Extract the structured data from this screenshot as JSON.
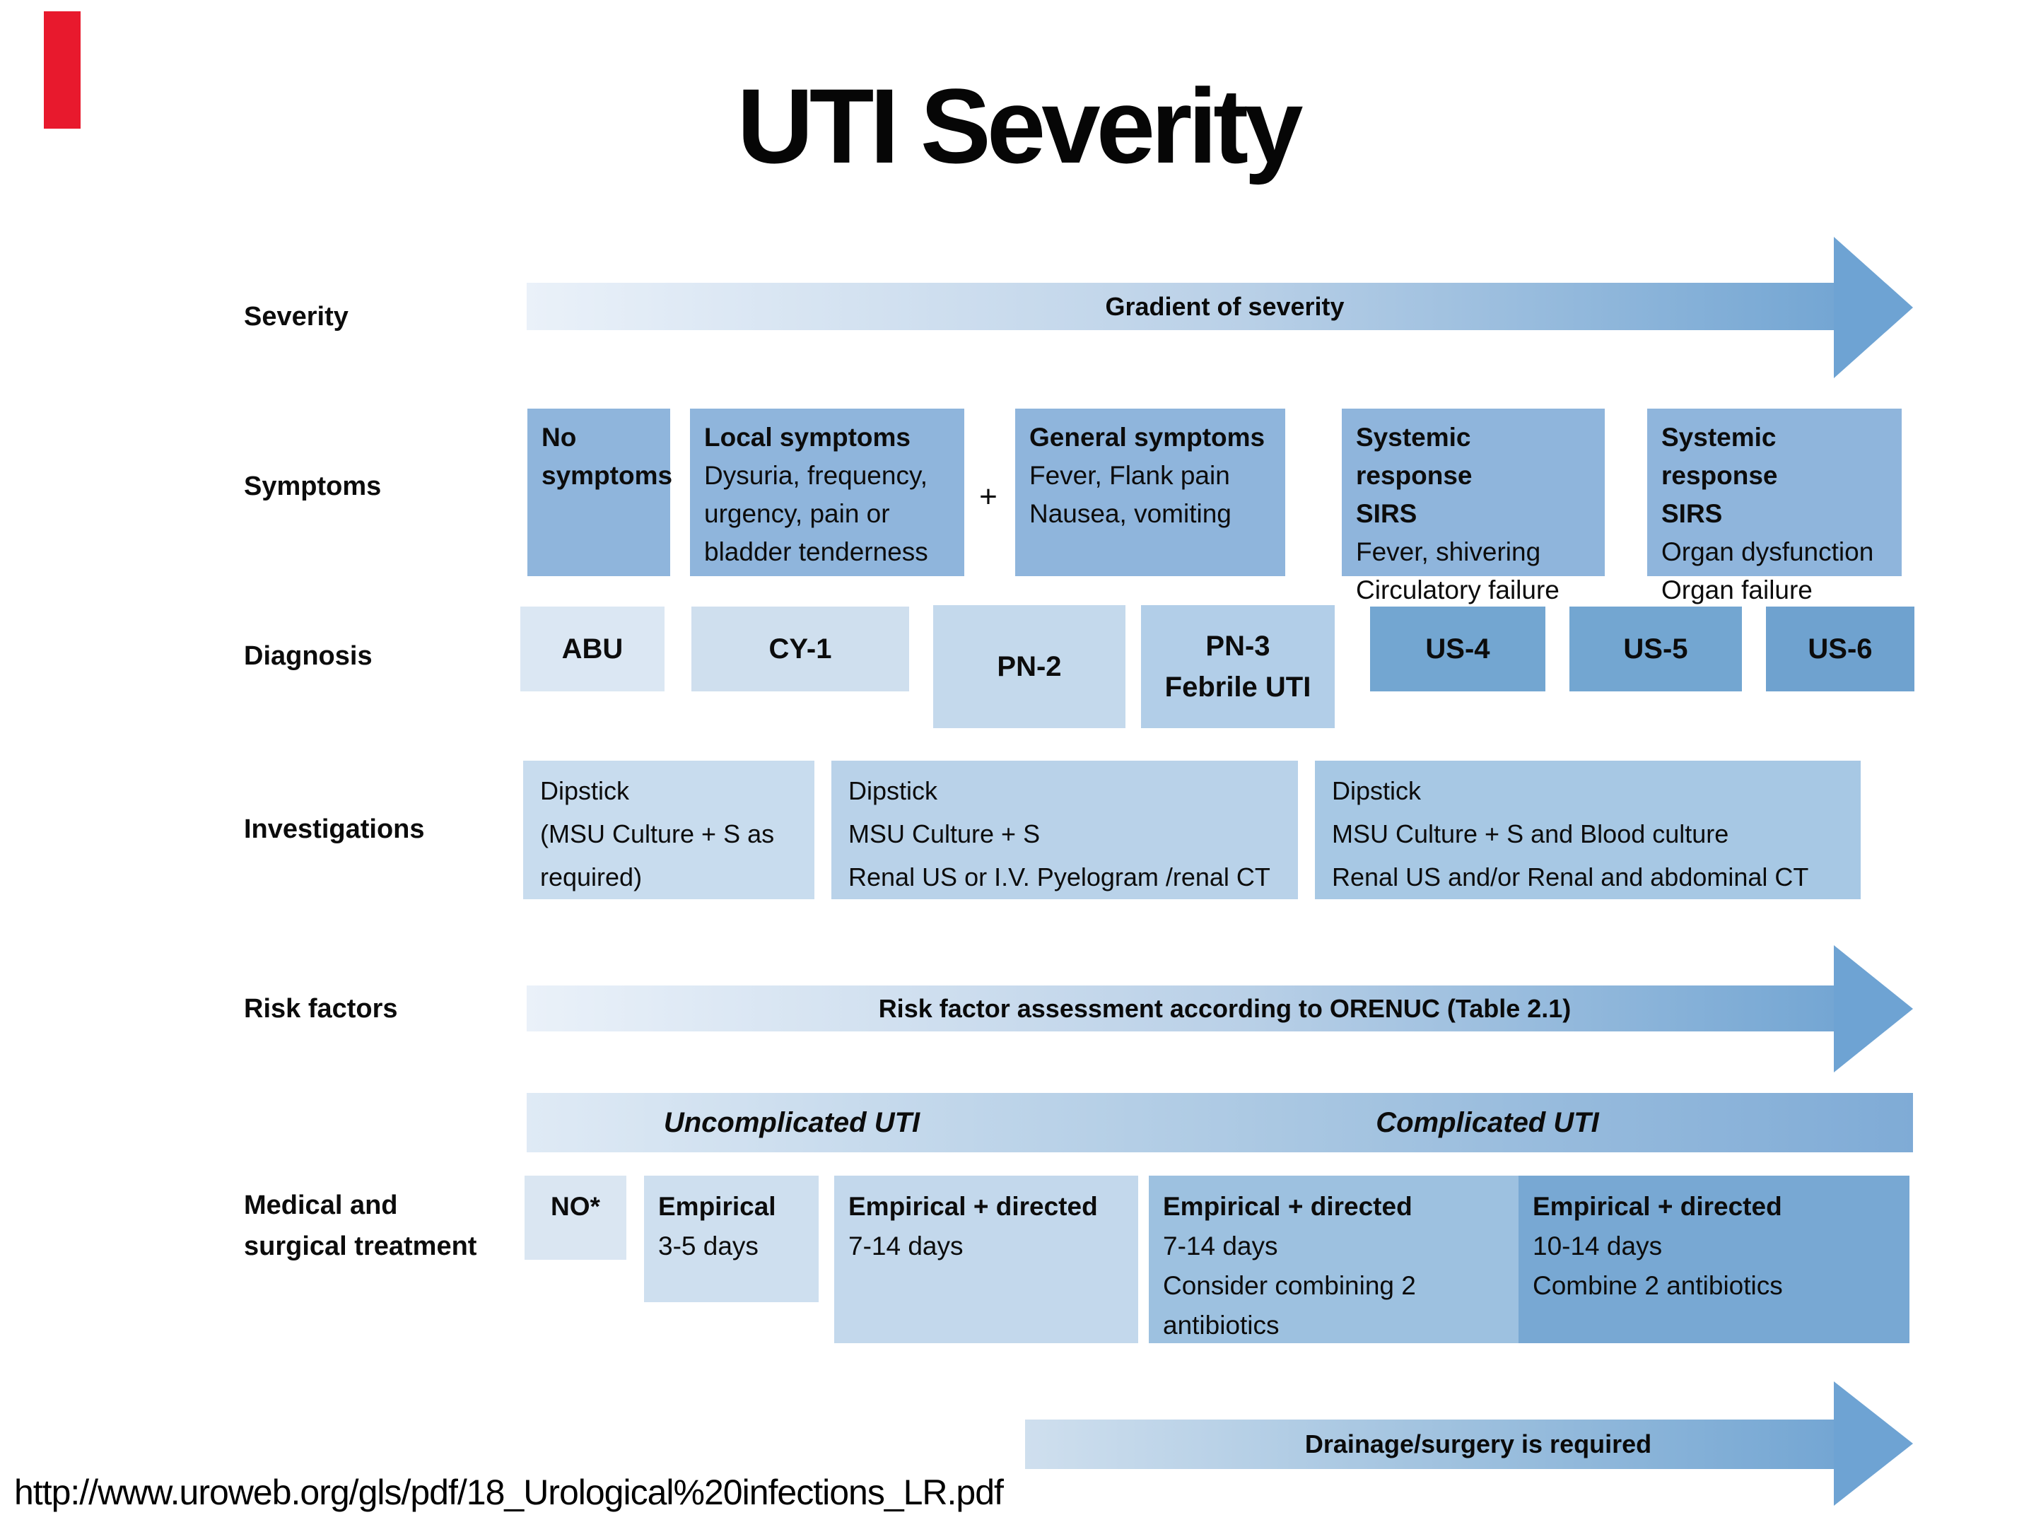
{
  "title": "UTI Severity",
  "colors": {
    "accent_red": "#E8192D",
    "symptom_box": "#8FB5DC",
    "arrow_head": "#6EA3D3",
    "arrow_gradient_start": "#EAF1F9",
    "arrow_gradient_end": "#74A6D3",
    "diagnosis": [
      "#DBE7F3",
      "#CFDFEE",
      "#C4D9EC",
      "#B2CEE8",
      "#73A6D1",
      "#73A6D1",
      "#6FA2CF"
    ],
    "investigations": [
      "#C8DCEE",
      "#B9D2E9",
      "#A7C8E4"
    ],
    "treatment": [
      "#DAE6F2",
      "#CEDFEF",
      "#C3D8EC",
      "#9DC1E0",
      "#78A8D3"
    ]
  },
  "rows": {
    "severity": {
      "label": "Severity",
      "arrow_text": "Gradient of severity"
    },
    "symptoms": {
      "label": "Symptoms",
      "plus": "+",
      "boxes": [
        {
          "h1": "No",
          "h2": "symptoms"
        },
        {
          "h": "Local symptoms",
          "l1": "Dysuria, frequency,",
          "l2": "urgency, pain or",
          "l3": "bladder tenderness"
        },
        {
          "h": "General symptoms",
          "l1": "Fever, Flank pain",
          "l2": "Nausea, vomiting"
        },
        {
          "h": "Systemic response",
          "h2": "SIRS",
          "l1": "Fever, shivering",
          "l2": "Circulatory failure"
        },
        {
          "h": "Systemic response",
          "h2": "SIRS",
          "l1": "Organ dysfunction",
          "l2": "Organ failure"
        }
      ]
    },
    "diagnosis": {
      "label": "Diagnosis",
      "boxes": [
        {
          "label": "ABU",
          "color": "#DBE7F3"
        },
        {
          "label": "CY-1",
          "color": "#CFDFEE"
        },
        {
          "label": "PN-2",
          "color": "#C4D9EC"
        },
        {
          "label": "PN-3",
          "label2": "Febrile UTI",
          "color": "#B2CEE8"
        },
        {
          "label": "US-4",
          "color": "#73A6D1"
        },
        {
          "label": "US-5",
          "color": "#73A6D1"
        },
        {
          "label": "US-6",
          "color": "#6FA2CF"
        }
      ]
    },
    "investigations": {
      "label": "Investigations",
      "boxes": [
        {
          "l1": "Dipstick",
          "l2": "(MSU Culture + S as",
          "l3": "required)",
          "color": "#C8DCEE"
        },
        {
          "l1": "Dipstick",
          "l2": "MSU Culture + S",
          "l3": "Renal US or I.V. Pyelogram /renal CT",
          "color": "#B9D2E9"
        },
        {
          "l1": "Dipstick",
          "l2": "MSU Culture + S and Blood culture",
          "l3": "Renal US  and/or Renal and abdominal CT",
          "color": "#A7C8E4"
        }
      ]
    },
    "risk": {
      "label": "Risk factors",
      "arrow_text": "Risk factor assessment according to ORENUC (Table 2.1)"
    },
    "classification": {
      "uncomplicated": "Uncomplicated UTI",
      "complicated": "Complicated UTI"
    },
    "treatment": {
      "label_line1": "Medical and",
      "label_line2": "surgical treatment",
      "boxes": [
        {
          "h": "NO*",
          "color": "#DAE6F2"
        },
        {
          "h": "Empirical",
          "l1": "3-5 days",
          "color": "#CEDFEF"
        },
        {
          "h": "Empirical + directed",
          "l1": "7-14 days",
          "color": "#C3D8EC"
        },
        {
          "h": "Empirical + directed",
          "l1": "7-14 days",
          "l2": "Consider combining 2",
          "l3": "antibiotics",
          "color": "#9DC1E0"
        },
        {
          "h": "Empirical + directed",
          "l1": "10-14 days",
          "l2": "Combine 2 antibiotics",
          "color": "#78A8D3"
        }
      ]
    },
    "drainage": {
      "arrow_text": "Drainage/surgery is required"
    }
  },
  "footer": {
    "source_url": "http://www.uroweb.org/gls/pdf/18_Urological%20infections_LR.pdf"
  }
}
